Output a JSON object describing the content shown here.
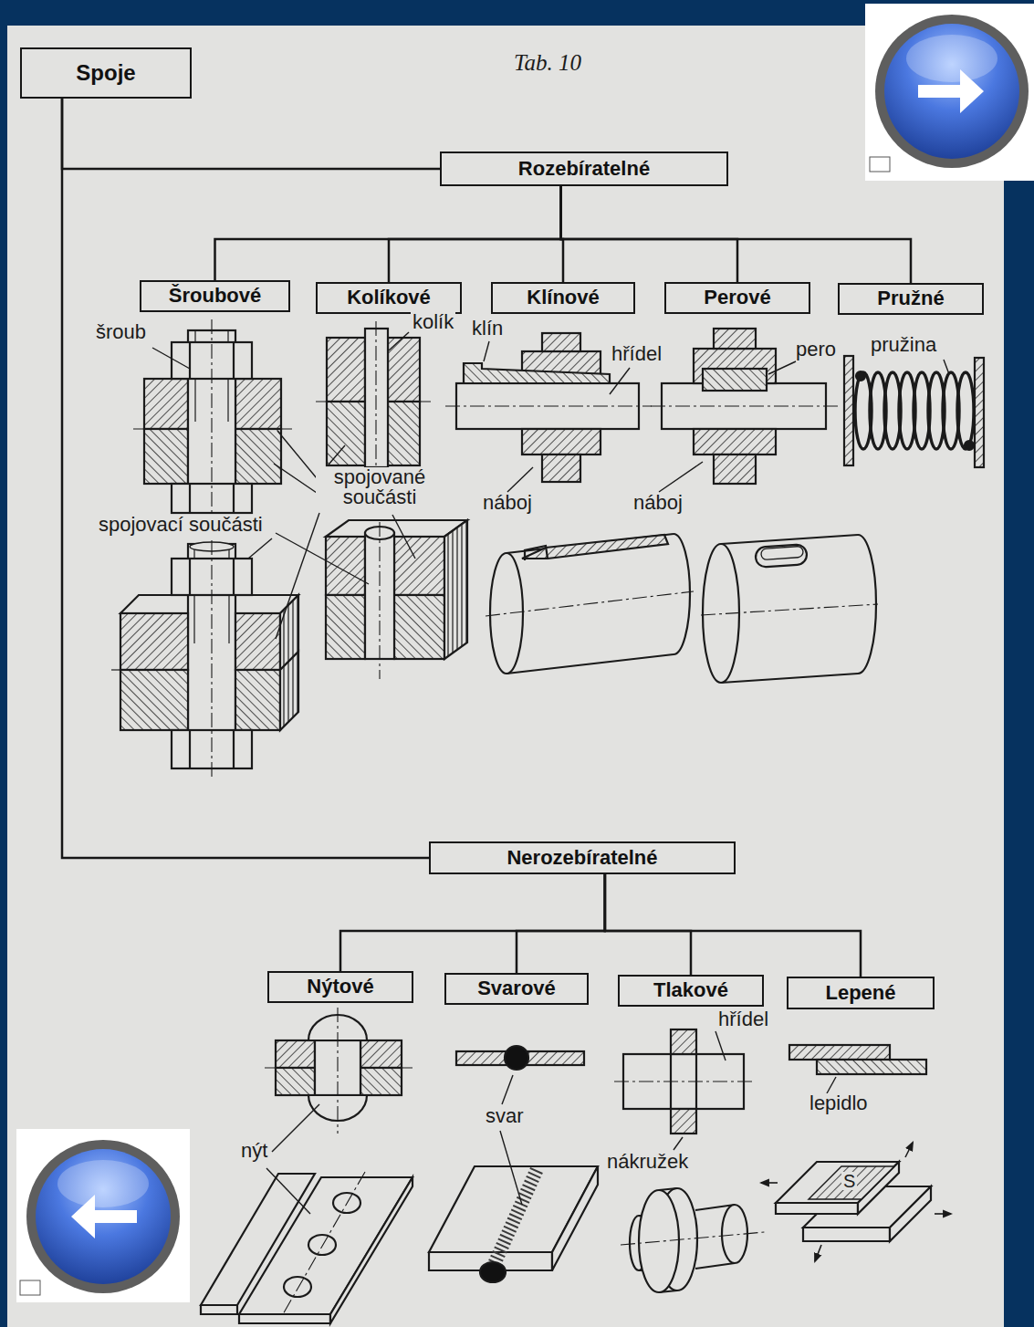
{
  "diagram": {
    "title": "Tab. 10",
    "nodes": [
      {
        "text": [
          "Spoje"
        ]
      },
      {
        "text": [
          "Rozebíratelné"
        ]
      },
      {
        "text": [
          "Šroubové"
        ]
      },
      {
        "text": [
          "Kolíkové"
        ]
      },
      {
        "text": [
          "Klínové"
        ]
      },
      {
        "text": [
          "Perové"
        ]
      },
      {
        "text": [
          "Pružné"
        ]
      },
      {
        "text": [
          "Nerozebíratelné"
        ]
      },
      {
        "text": [
          "Nýtové"
        ]
      },
      {
        "text": [
          "Svarové"
        ]
      },
      {
        "text": [
          "Tlakové"
        ]
      },
      {
        "text": [
          "Lepené"
        ]
      }
    ],
    "edges": [
      {
        "from": 0,
        "to": 1,
        "arrow": "none"
      },
      {
        "from": 0,
        "to": 7,
        "arrow": "none"
      },
      {
        "from": 1,
        "to": 2,
        "arrow": "none"
      },
      {
        "from": 1,
        "to": 3,
        "arrow": "none"
      },
      {
        "from": 1,
        "to": 4,
        "arrow": "none"
      },
      {
        "from": 1,
        "to": 5,
        "arrow": "none"
      },
      {
        "from": 1,
        "to": 6,
        "arrow": "none"
      },
      {
        "from": 7,
        "to": 8,
        "arrow": "none"
      },
      {
        "from": 7,
        "to": 9,
        "arrow": "none"
      },
      {
        "from": 7,
        "to": 10,
        "arrow": "none"
      },
      {
        "from": 7,
        "to": 11,
        "arrow": "none"
      }
    ],
    "labels": [
      "šroub",
      "kolík",
      "klín",
      "hřídel",
      "pero",
      "pružina",
      "spojované součásti",
      "náboj",
      "náboj",
      "spojovací součásti",
      "nýt",
      "svar",
      "hřídel",
      "nákružek",
      "lepidlo",
      "S"
    ]
  }
}
